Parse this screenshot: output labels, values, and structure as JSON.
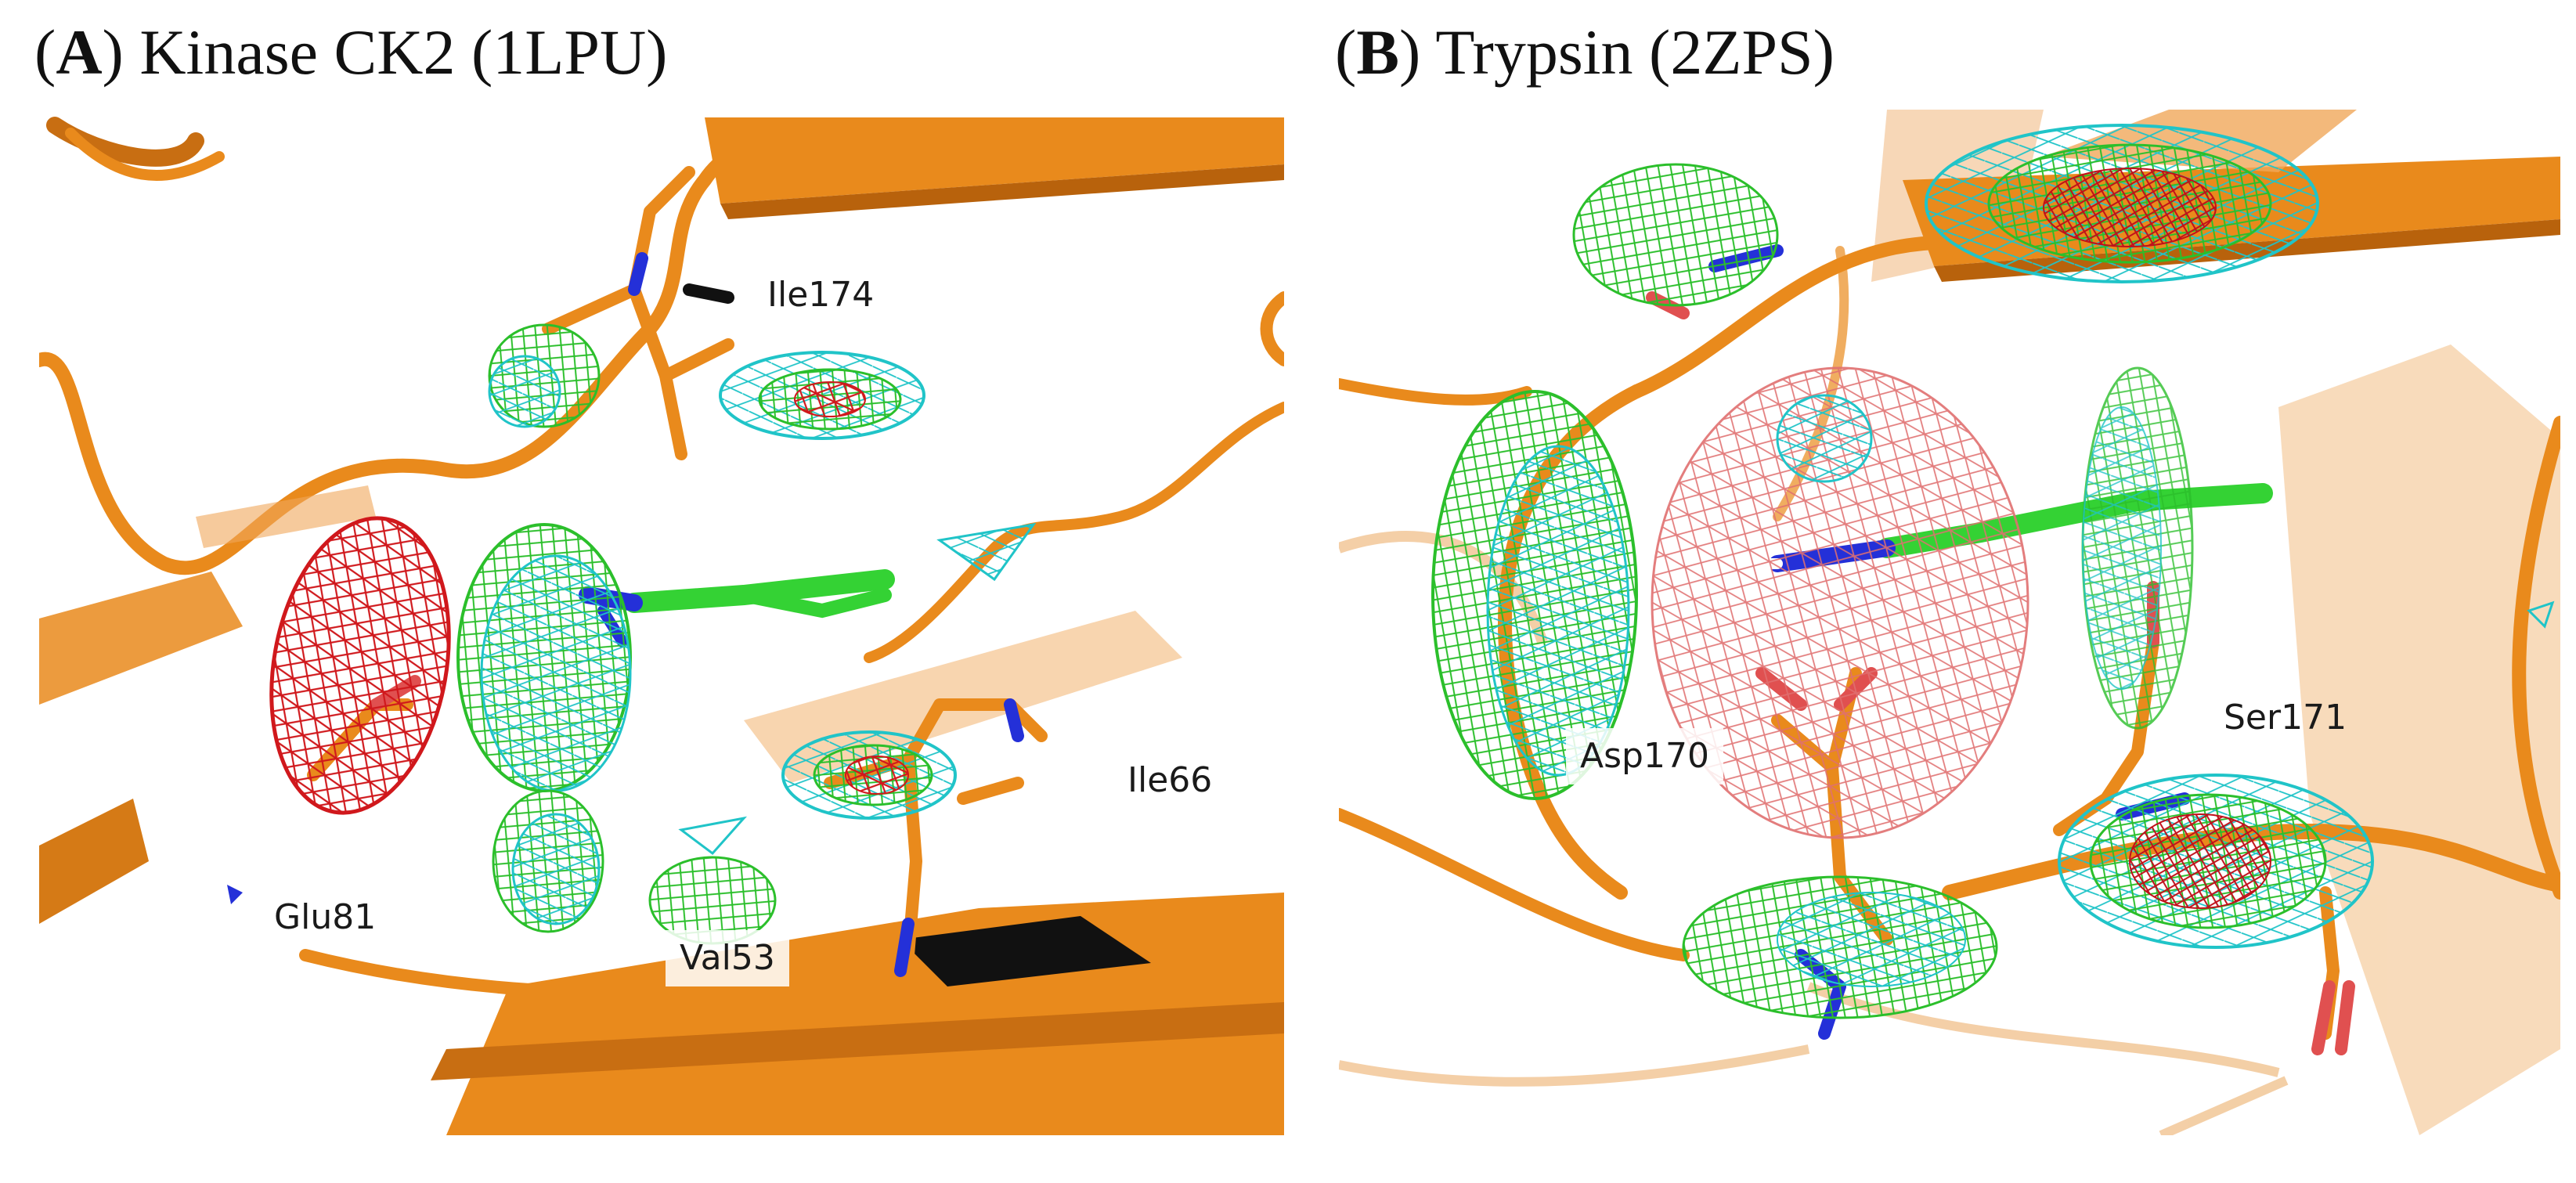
{
  "panels": [
    {
      "letter": "A",
      "title": ") Kinase CK2 (1LPU)",
      "labels": {
        "ile174": "Ile174",
        "ile66": "Ile66",
        "glu81": "Glu81",
        "val53": "Val53"
      }
    },
    {
      "letter": "B",
      "title": ") Trypsin (2ZPS)",
      "labels": {
        "asp170": "Asp170",
        "ser171": "Ser171"
      }
    }
  ],
  "colors": {
    "ribbon": "#e98a1c",
    "ribbon_dark": "#b8620c",
    "mesh_red": "#d0181c",
    "mesh_green": "#2bbf2b",
    "mesh_cyan": "#20c4c8",
    "ligand_green": "#34d234",
    "nitrogen_blue": "#2430d8",
    "oxygen_red": "#e05050"
  }
}
